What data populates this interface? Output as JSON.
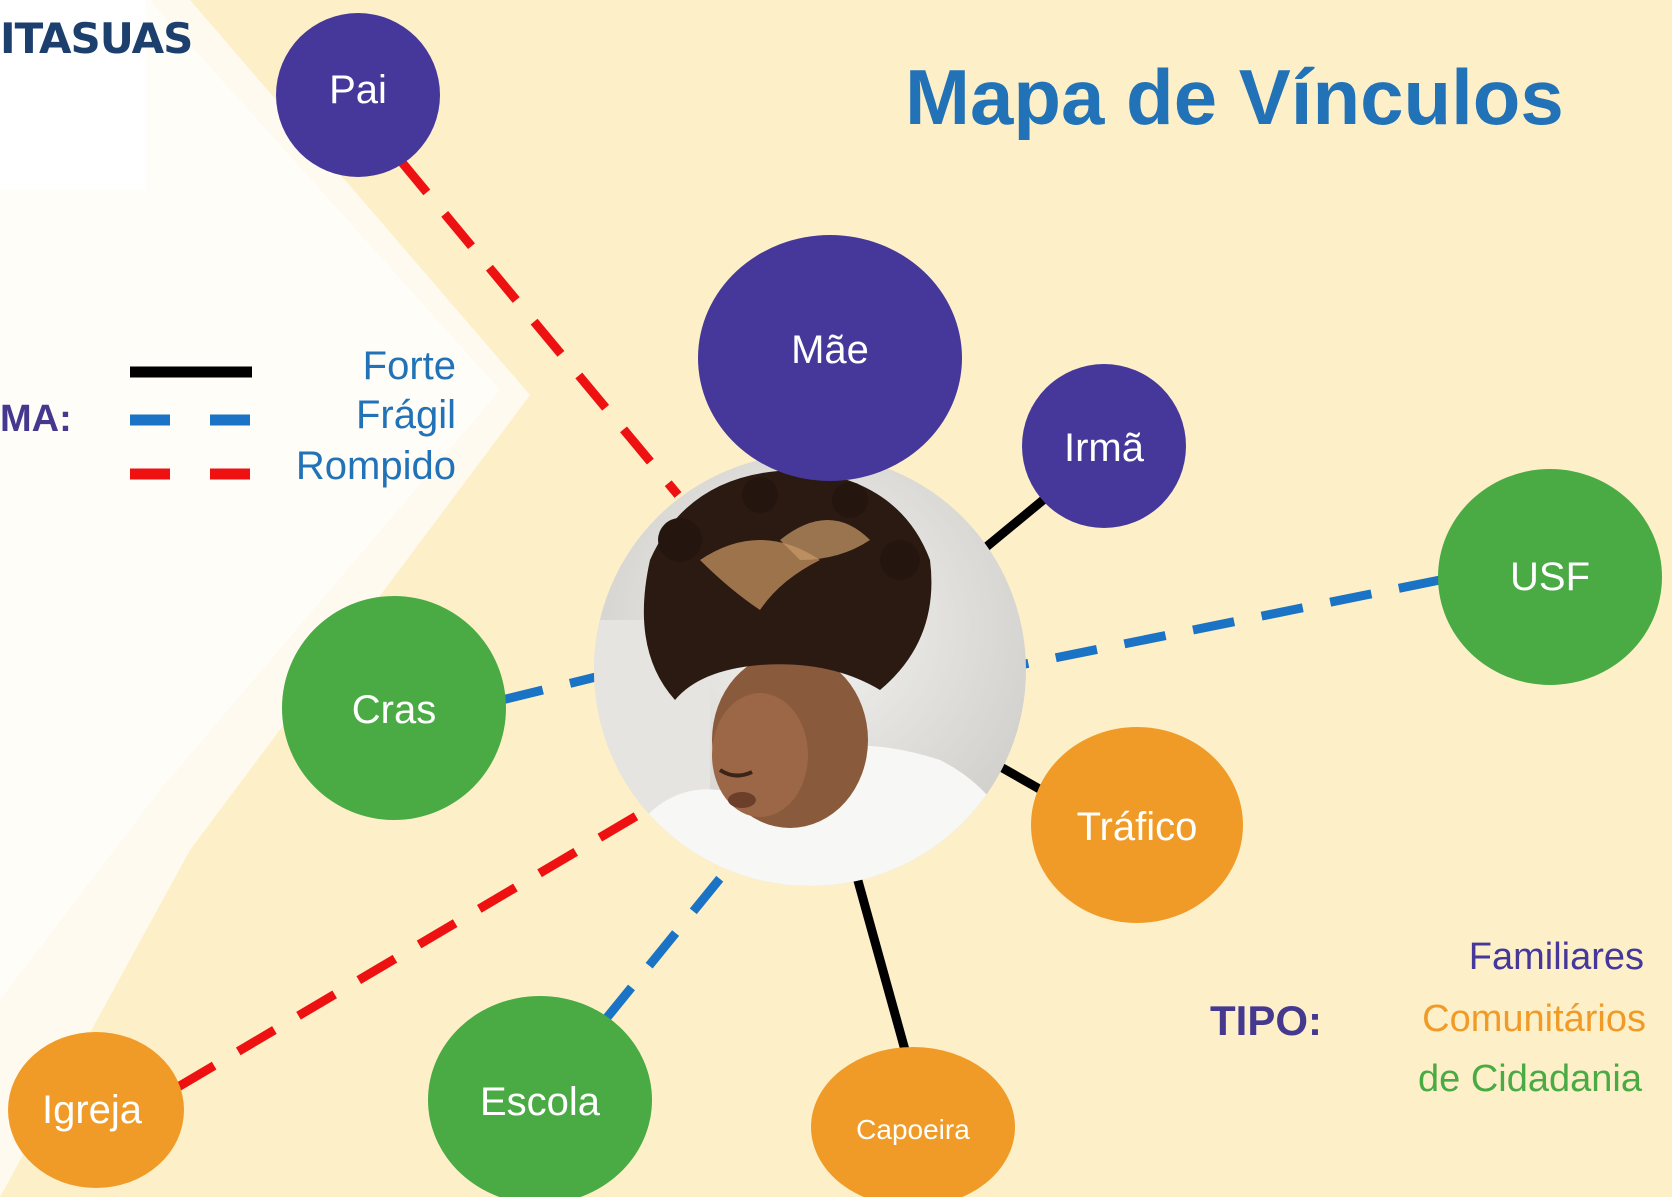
{
  "brand": "ITASUAS",
  "title": "Mapa de Vínculos",
  "legend": {
    "label": "MA:",
    "items": [
      {
        "name": "Forte",
        "style": "solid",
        "color": "#000000"
      },
      {
        "name": "Frágil",
        "style": "dashed",
        "color": "#1a73c4"
      },
      {
        "name": "Rompido",
        "style": "dashed",
        "color": "#ee1111"
      }
    ]
  },
  "colors": {
    "familiares": "#45389a",
    "comunitarios": "#f09b27",
    "cidadania": "#4aab45",
    "title": "#2272b8",
    "background": "#fdf0c9"
  },
  "center": {
    "icon": "child-photo"
  },
  "nodes": [
    {
      "id": "pai",
      "label": "Pai",
      "type": "familiares",
      "bond": "Rompido"
    },
    {
      "id": "mae",
      "label": "Mãe",
      "type": "familiares",
      "bond": "none"
    },
    {
      "id": "irma",
      "label": "Irmã",
      "type": "familiares",
      "bond": "Forte"
    },
    {
      "id": "usf",
      "label": "USF",
      "type": "cidadania",
      "bond": "Frágil"
    },
    {
      "id": "cras",
      "label": "Cras",
      "type": "cidadania",
      "bond": "Frágil"
    },
    {
      "id": "trafico",
      "label": "Tráfico",
      "type": "comunitarios",
      "bond": "Forte"
    },
    {
      "id": "capoeira",
      "label": "Capoeira",
      "type": "comunitarios",
      "bond": "Forte"
    },
    {
      "id": "escola",
      "label": "Escola",
      "type": "cidadania",
      "bond": "Frágil"
    },
    {
      "id": "igreja",
      "label": "Igreja",
      "type": "comunitarios",
      "bond": "Rompido"
    }
  ],
  "tipo": {
    "label": "TIPO:",
    "items": [
      {
        "name": "Familiares",
        "color": "#45389a"
      },
      {
        "name": "Comunitários",
        "color": "#f09b27"
      },
      {
        "name": "de Cidadania",
        "color": "#4aab45"
      }
    ]
  }
}
